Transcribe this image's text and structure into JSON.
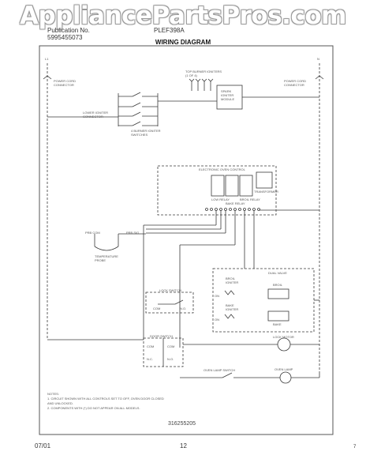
{
  "watermark": "AppliancePartsPros.com",
  "header": {
    "left_line1": "Publication No.",
    "left_line2": "5995455073",
    "right_line1": "PLEF398A"
  },
  "title": "WIRING DIAGRAM",
  "labels": {
    "l1": "L1",
    "n": "N",
    "power_cord_left": "POWER CORD CONNECTOR",
    "power_cord_right": "POWER CORD CONNECTOR",
    "top_burner_igniters": "TOP BURNER IGNITERS (1 OF 4)",
    "spark_module": "SPARK IGNITER MODULE",
    "lower_igniter": "LOWER IGNITER CONNECTOR",
    "burner_switches": "4 BURNER IGNITER SWITCHES",
    "oven_control": "ELECTRONIC OVEN CONTROL",
    "relay_1": "LOW RELAY",
    "relay_2": "BAKE RELAY",
    "relay_3": "BROIL RELAY",
    "transformer": "TRANSFORMER",
    "temp_probe": "TEMPERATURE PROBE",
    "probe_com": "PRB COM",
    "probe_sig": "PRB SIG",
    "lock_switch": "LOCK SWITCH",
    "lock_com": "COM",
    "lock_no": "N.O.",
    "door_switch": "DOOR SWITCH",
    "door_com": "COM",
    "door_nc": "N.C.",
    "door_com2": "COM",
    "door_no": "N.O.",
    "broil_igniter": "BROIL IGNITER",
    "bake_igniter": "BAKE IGNITER",
    "dual_valve": "DUAL VALVE",
    "broil_valve": "BROIL",
    "bake_valve": "BAKE",
    "on_1": "ON",
    "on_2": "ON",
    "lock_motor": "LOCK MOTOR",
    "oven_lamp_switch": "OVEN LAMP SWITCH",
    "oven_lamp": "OVEN LAMP"
  },
  "notes": {
    "heading": "NOTES:",
    "note1": "1. CIRCUIT SHOWN WITH ALL CONTROLS SET TO OFF, OVEN DOOR CLOSED AND UNLOCKED.",
    "note2": "2. COMPONENTS WITH (*) DO NOT APPEAR ON ALL MODELS."
  },
  "doc_number": "316255205",
  "footer": {
    "date": "07/01",
    "page": "12",
    "corner": "7"
  },
  "colors": {
    "line": "#3a3a3a",
    "frame": "#555555",
    "watermark_outline": "#9a9a9a"
  }
}
